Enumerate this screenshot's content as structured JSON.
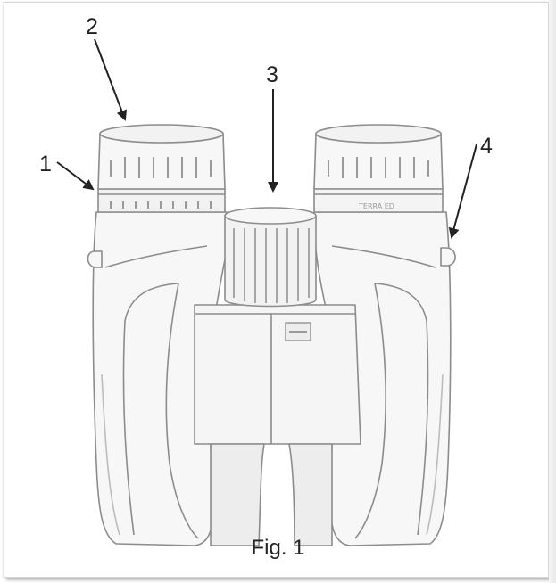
{
  "figure": {
    "caption": "Fig. 1",
    "brand_text": "TERRA ED",
    "callouts": [
      {
        "number": "1"
      },
      {
        "number": "2"
      },
      {
        "number": "3"
      },
      {
        "number": "4"
      }
    ]
  },
  "colors": {
    "outline": "#8c8c8c",
    "body_fill": "#f7f7f7",
    "shade": "#e6e6e6",
    "arrow": "#222222"
  }
}
